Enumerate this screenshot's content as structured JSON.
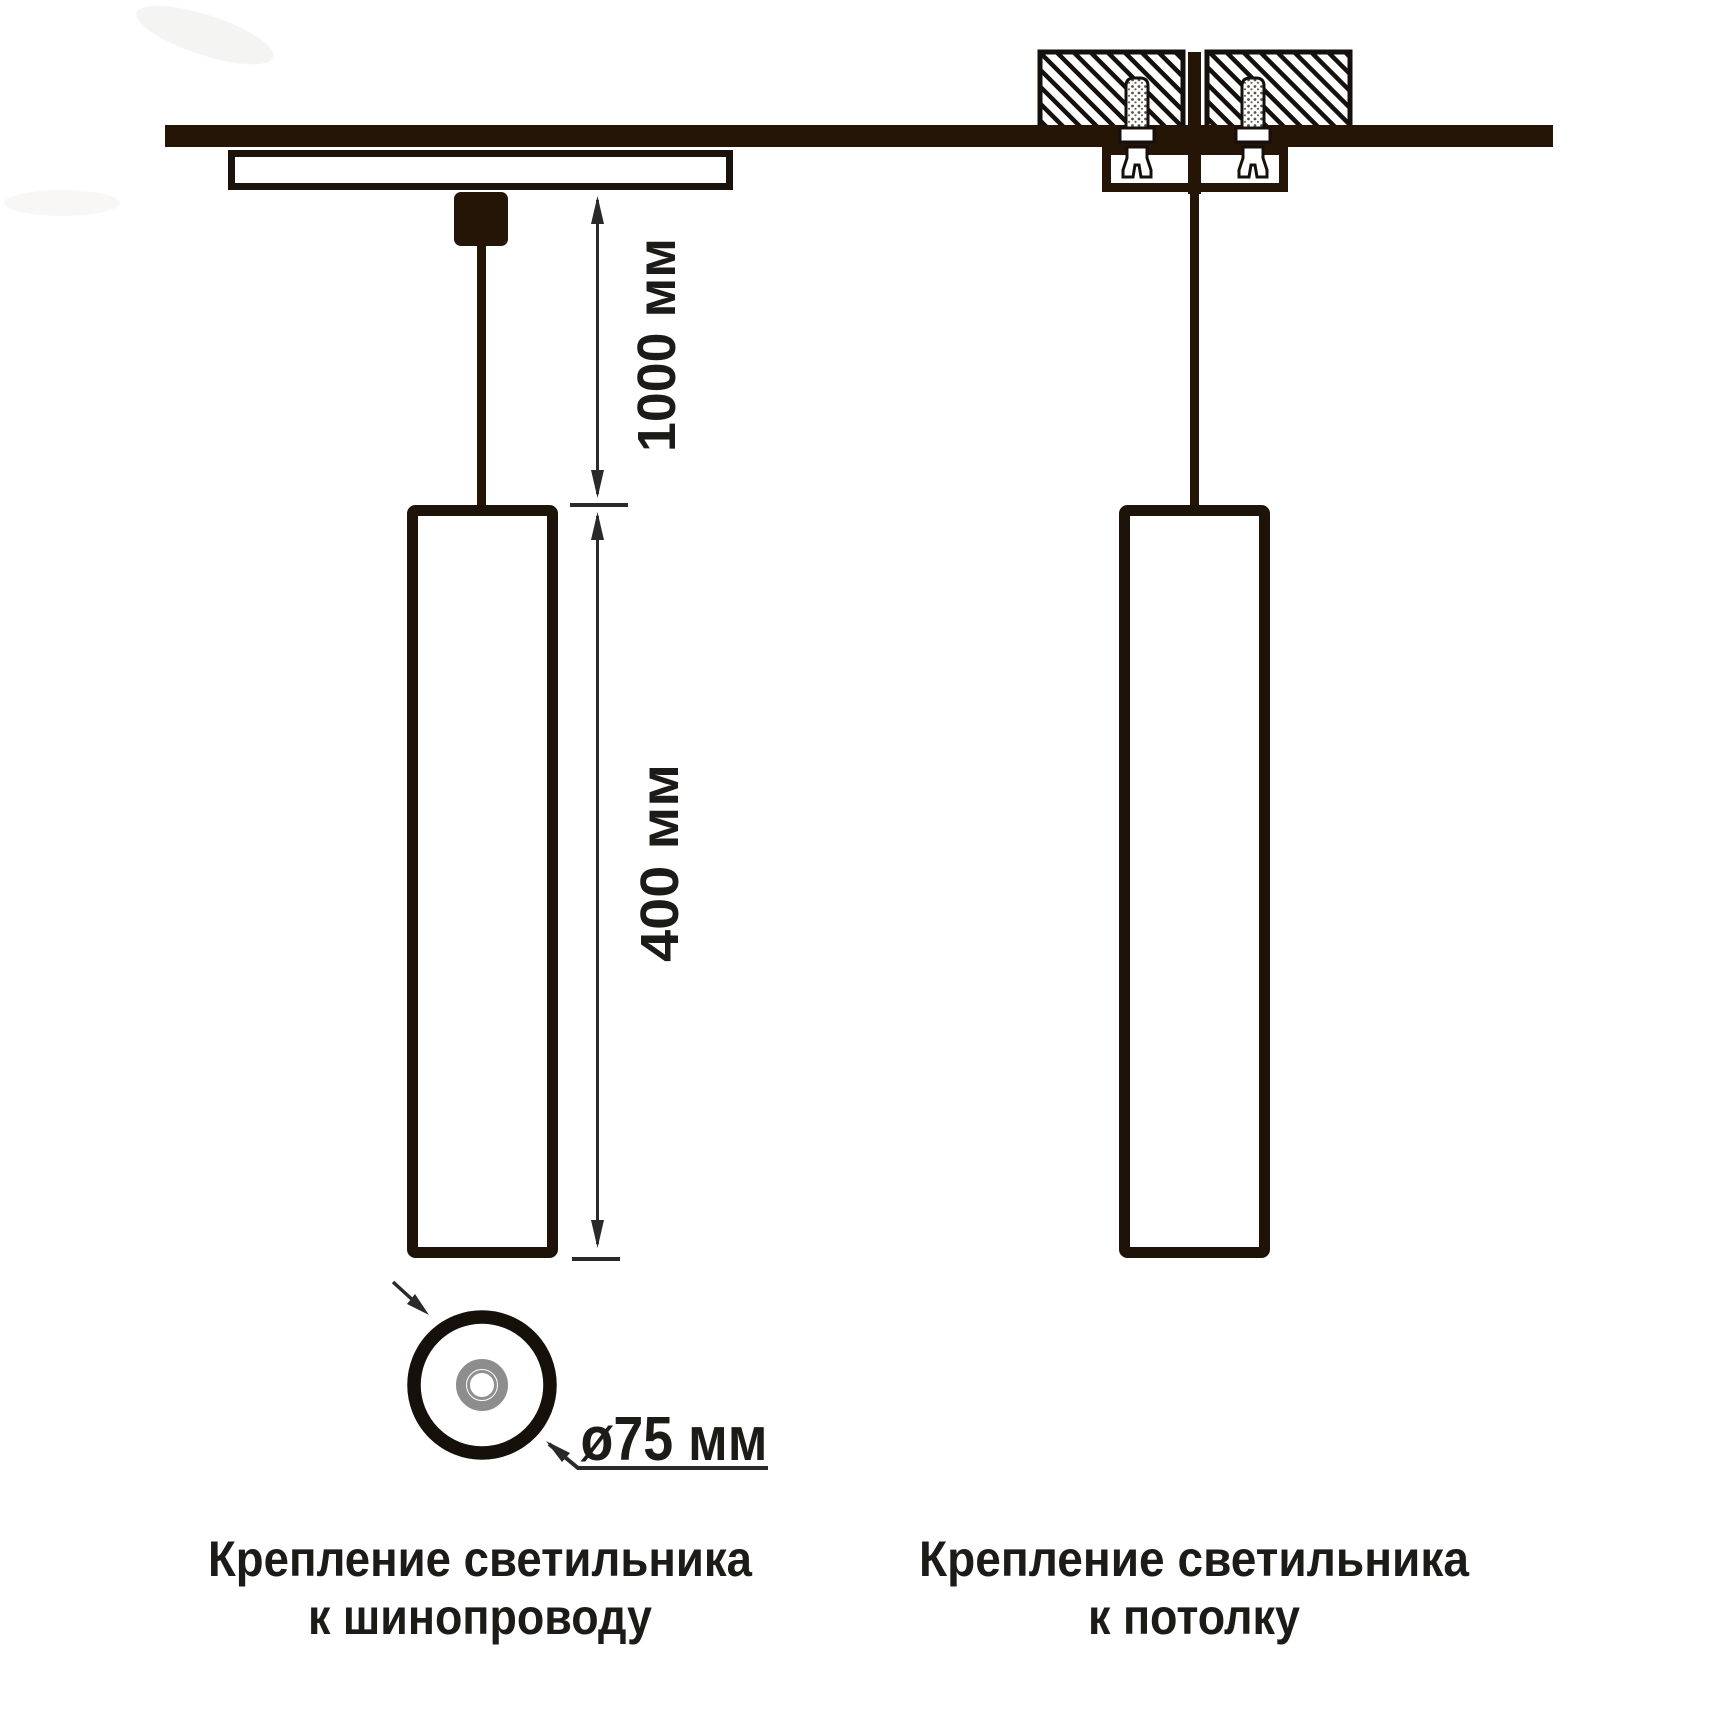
{
  "diagram": {
    "labels": {
      "suspension_length": "1000 мм",
      "fixture_length": "400 мм",
      "diameter": "ø75 мм"
    },
    "captions": {
      "track_line1": "Крепление светильника",
      "track_line2": "к шинопроводу",
      "ceiling_line1": "Крепление светильника",
      "ceiling_line2": "к потолку"
    },
    "colors": {
      "ink_brown": "#241507",
      "line_black": "#1a120b",
      "dimension_line": "#2a2a2a",
      "text": "#1d1b18",
      "gray_ring": "#8d8d8d",
      "background": "#ffffff"
    }
  }
}
